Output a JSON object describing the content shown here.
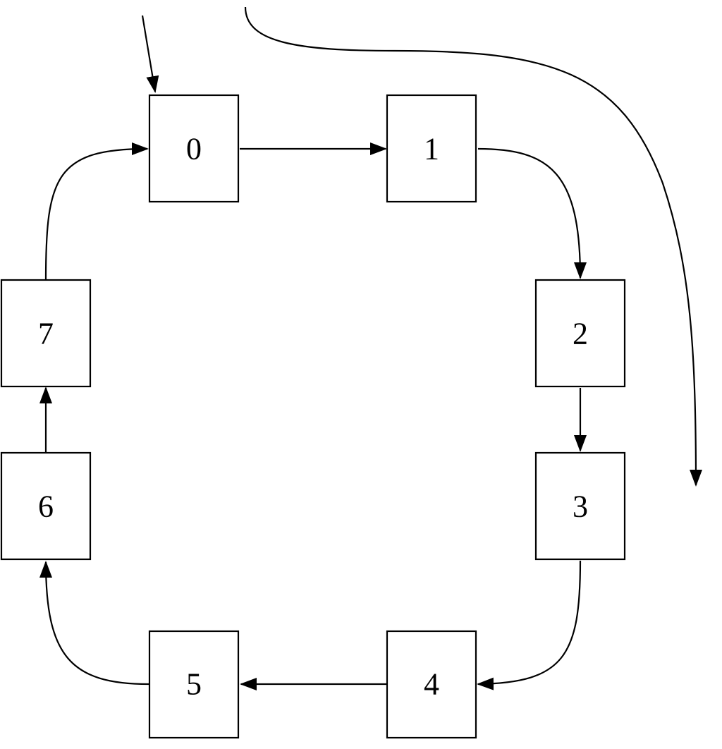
{
  "diagram": {
    "type": "circular-flow",
    "colors": {
      "stroke": "#000000",
      "box_fill": "#ffffff",
      "background": "#ffffff"
    },
    "nodes": [
      {
        "id": "0",
        "label": "0"
      },
      {
        "id": "1",
        "label": "1"
      },
      {
        "id": "2",
        "label": "2"
      },
      {
        "id": "3",
        "label": "3"
      },
      {
        "id": "4",
        "label": "4"
      },
      {
        "id": "5",
        "label": "5"
      },
      {
        "id": "6",
        "label": "6"
      },
      {
        "id": "7",
        "label": "7"
      }
    ],
    "edges": [
      {
        "from": "entry",
        "to": "0"
      },
      {
        "from": "0",
        "to": "1"
      },
      {
        "from": "1",
        "to": "2"
      },
      {
        "from": "2",
        "to": "3"
      },
      {
        "from": "3",
        "to": "4"
      },
      {
        "from": "4",
        "to": "5"
      },
      {
        "from": "5",
        "to": "6"
      },
      {
        "from": "6",
        "to": "7"
      },
      {
        "from": "7",
        "to": "0"
      }
    ],
    "annotations": [
      {
        "type": "direction-arrow",
        "direction": "clockwise"
      }
    ]
  }
}
